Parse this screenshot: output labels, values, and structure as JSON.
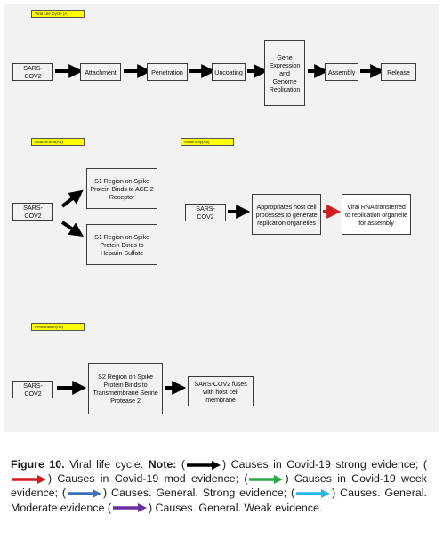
{
  "diagram": {
    "lifecycle": {
      "tag": "Viral Life Cycle (A)",
      "nodes": [
        "SARS-COV2",
        "Attachment",
        "Penetration",
        "Uncoating",
        "Gene Expression and Genome Replication",
        "Assembly",
        "Release"
      ]
    },
    "attachment": {
      "tag": "Attachment(A1)",
      "source": "SARS-COV2",
      "targets": [
        "S1 Region on Spike Protein Binds to ACE-2 Receptor",
        "S1 Region on Spike Protein Binds to Heparin Sulfate"
      ]
    },
    "assembly": {
      "tag": "Assembly(A5)",
      "source": "SARS-COV2",
      "step1": "Appropriates host cell processes to generate replication organelles",
      "step2": "Viral RNA transferred to replication organelle for assembly"
    },
    "penetration": {
      "tag": "Penetration(A2)",
      "source": "SARS-COV2",
      "step1": "S2 Region on Spike Protein Binds to Transmembrane Serine Protease 2",
      "step2": "SARS-COV2 fuses with host cell membrane"
    },
    "colors": {
      "strong": "#000000",
      "mod": "#d01c1c",
      "week": "#2aa84a",
      "general_strong": "#3d6fb5",
      "general_moderate": "#29b5e8",
      "general_weak": "#6a2e9e"
    }
  },
  "caption": {
    "label": "Figure 10.",
    "title": "Viral life cycle.",
    "note_label": "Note:",
    "t1": ") Causes in Covid-19 strong evidence;",
    "t2": ") Causes in Covid-19 mod evidence;",
    "t3": ") Causes in Covid-19 week evidence;",
    "t4": ") Causes. General. Strong evidence;",
    "t5": ") Causes. General. Moderate evidence",
    "t6": ") Causes. General. Weak evidence."
  }
}
